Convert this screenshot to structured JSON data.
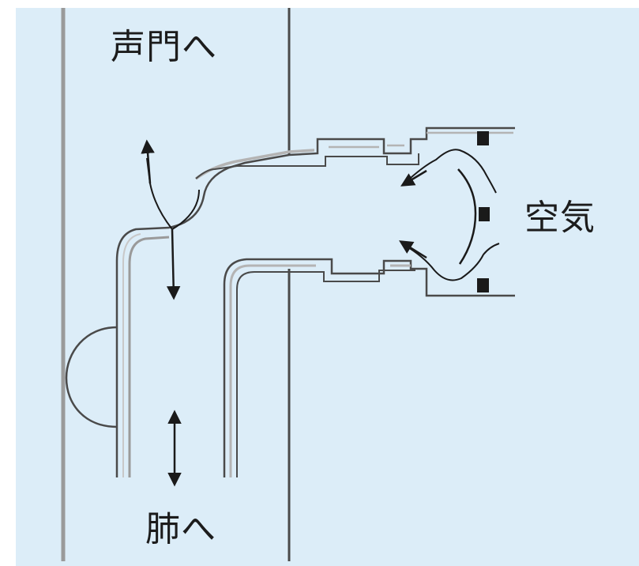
{
  "labels": {
    "to_glottis": "声門へ",
    "air": "空気",
    "to_lungs": "肺へ"
  },
  "colors": {
    "background": "#dcedf8",
    "line": "#4a4a4a",
    "light_line": "#b4b4b4",
    "arrow": "#1a1a1a",
    "text": "#1c1c1c"
  }
}
